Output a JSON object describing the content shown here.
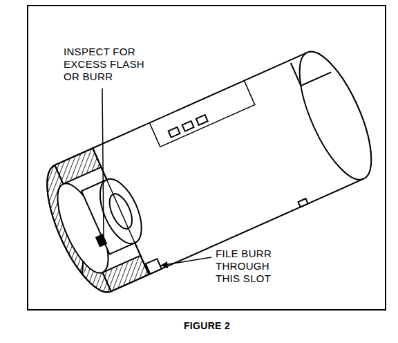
{
  "diagram": {
    "caption": "FIGURE 2",
    "labels": [
      "INSPECT FOR EXCESS FLASH OR BURR",
      "FILE BURR THROUGH THIS SLOT"
    ]
  }
}
